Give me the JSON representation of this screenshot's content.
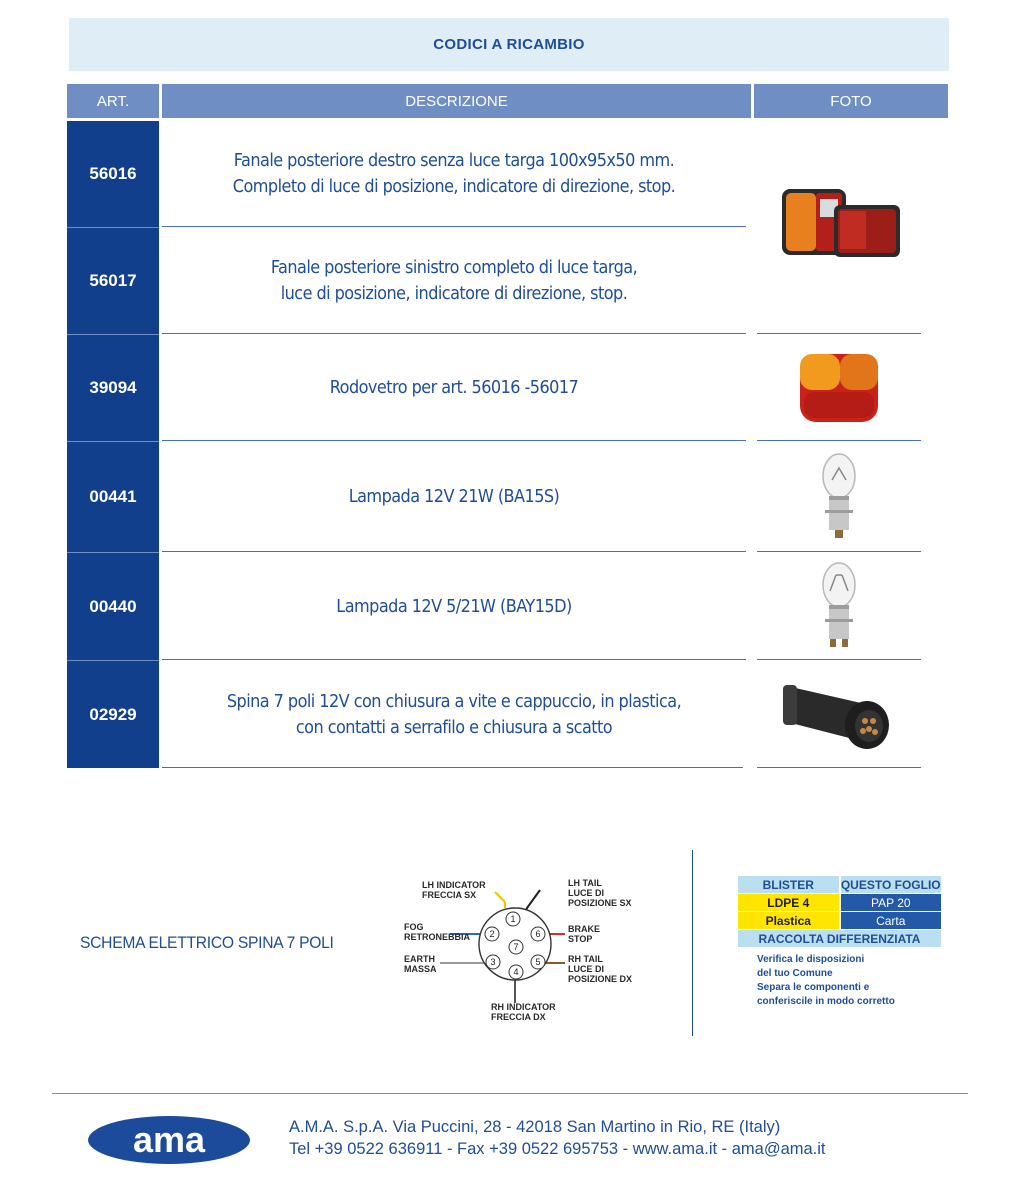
{
  "banner": {
    "title": "CODICI A RICAMBIO"
  },
  "table": {
    "headers": {
      "art": "ART.",
      "descrizione": "DESCRIZIONE",
      "foto": "FOTO"
    },
    "rows": [
      {
        "art": "56016",
        "line1": "Fanale posteriore destro senza luce targa 100x95x50 mm.",
        "line2": "Completo di luce di posizione, indicatore di direzione, stop.",
        "foto": "taillight-pair"
      },
      {
        "art": "56017",
        "line1": "Fanale posteriore sinistro completo di luce targa,",
        "line2": "luce di posizione, indicatore di direzione, stop.",
        "foto": "taillight-pair"
      },
      {
        "art": "39094",
        "line1": "Rodovetro per art. 56016 -56017",
        "line2": "",
        "foto": "lens"
      },
      {
        "art": "00441",
        "line1": "Lampada 12V 21W (BA15S)",
        "line2": "",
        "foto": "bulb-single"
      },
      {
        "art": "00440",
        "line1": "Lampada 12V 5/21W (BAY15D)",
        "line2": "",
        "foto": "bulb-double"
      },
      {
        "art": "02929",
        "line1": "Spina 7 poli 12V con chiusura a vite e cappuccio, in plastica,",
        "line2": "con contatti a serrafilo e chiusura a scatto",
        "foto": "plug-7-pin"
      }
    ]
  },
  "schema": {
    "title": "SCHEMA ELETTRICO SPINA 7 POLI",
    "labels": {
      "lh_indicator": [
        "LH INDICATOR",
        "FRECCIA SX"
      ],
      "fog": [
        "FOG",
        "RETRONEBBIA"
      ],
      "earth": [
        "EARTH",
        "MASSA"
      ],
      "rh_indicator": [
        "RH INDICATOR",
        "FRECCIA DX"
      ],
      "lh_tail": [
        "LH TAIL",
        "LUCE DI",
        "POSIZIONE SX"
      ],
      "brake": [
        "BRAKE",
        "STOP"
      ],
      "rh_tail": [
        "RH TAIL",
        "LUCE DI",
        "POSIZIONE DX"
      ]
    },
    "pins": [
      "1",
      "2",
      "3",
      "4",
      "5",
      "6",
      "7"
    ],
    "wire_colors": {
      "1": "#f2c200",
      "2": "#2d6bc2",
      "3": "#9a9a9a",
      "4": "#555555",
      "5": "#8a5a2b",
      "6": "#c0392b",
      "7": "#222222"
    }
  },
  "recycling": {
    "header": [
      "BLISTER",
      "QUESTO FOGLIO"
    ],
    "row1": [
      "LDPE 4",
      "PAP 20"
    ],
    "row2": [
      "Plastica",
      "Carta"
    ],
    "footer": "RACCOLTA DIFFERENZIATA",
    "notes": [
      "Verifica le disposizioni",
      "del tuo Comune",
      "Separa le componenti e",
      "conferiscile in modo corretto"
    ]
  },
  "footer": {
    "logo_text": "ama",
    "line1": "A.M.A. S.p.A. Via Puccini, 28 - 42018 San Martino in Rio, RE (Italy)",
    "line2": "Tel +39 0522 636911 - Fax +39 0522 695753 - www.ama.it - ama@ama.it"
  },
  "colors": {
    "primary_dark": "#123f8c",
    "header_blue": "#6f8fc4",
    "banner_bg": "#dfeef6",
    "text_blue": "#1f4e96"
  }
}
